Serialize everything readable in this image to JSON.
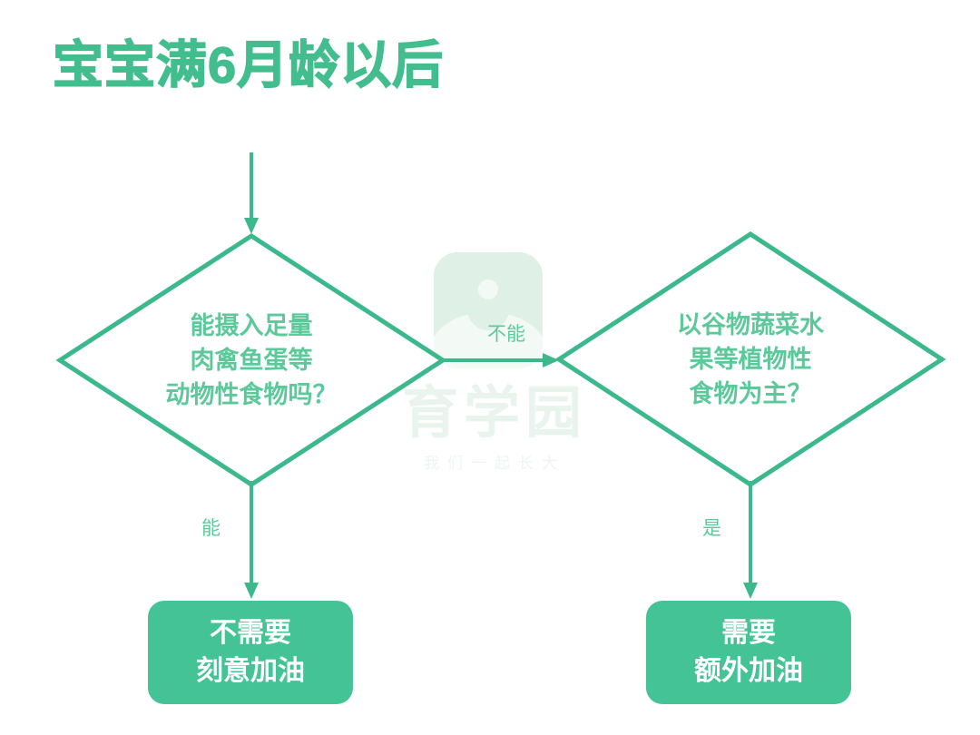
{
  "title": "宝宝满6月龄以后",
  "colors": {
    "accent_green": "#42be8e",
    "line_green": "#3cb98c",
    "text_green": "#5cc99b",
    "box_fill": "#43c396",
    "box_text": "#ffffff",
    "watermark_logo": "#dff0e7",
    "watermark_text": "#e8f4ed",
    "background": "#ffffff"
  },
  "watermark": {
    "brand": "育学园",
    "tagline": "我们一起长大",
    "logo_icon": "parent-and-child-logo-icon"
  },
  "nodes": {
    "decision_left": {
      "lines": [
        "能摄入足量",
        "肉禽鱼蛋等",
        "动物性食物吗？"
      ]
    },
    "decision_right": {
      "lines": [
        "以谷物蔬菜水",
        "果等植物性",
        "食物为主？"
      ]
    },
    "terminal_left": {
      "lines": [
        "不需要",
        "刻意加油"
      ]
    },
    "terminal_right": {
      "lines": [
        "需要",
        "额外加油"
      ]
    }
  },
  "edges": {
    "title_to_left": {
      "label": ""
    },
    "left_to_right": {
      "label": "不能"
    },
    "left_to_box": {
      "label": "能"
    },
    "right_to_box": {
      "label": "是"
    }
  }
}
